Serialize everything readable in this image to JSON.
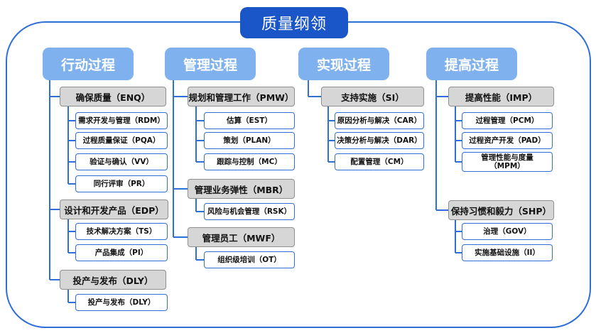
{
  "title": "质量纲领",
  "processes": [
    {
      "name": "行动过程",
      "groups": [
        {
          "name": "确保质量（ENQ）",
          "items": [
            "需求开发与管理（RDM）",
            "过程质量保证（PQA）",
            "验证与确认（VV）",
            "同行评审（PR）"
          ]
        },
        {
          "name": "设计和开发产品（EDP）",
          "items": [
            "技术解决方案（TS）",
            "产品集成（PI）"
          ]
        },
        {
          "name": "投产与发布（DLY）",
          "items": [
            "投产与发布（DLY）"
          ]
        }
      ]
    },
    {
      "name": "管理过程",
      "groups": [
        {
          "name": "规划和管理工作（PMW）",
          "items": [
            "估算（EST）",
            "策划（PLAN）",
            "跟踪与控制（MC）"
          ]
        },
        {
          "name": "管理业务弹性（MBR）",
          "items": [
            "风险与机会管理（RSK）"
          ]
        },
        {
          "name": "管理员工（MWF）",
          "items": [
            "组织级培训（OT）"
          ]
        }
      ]
    },
    {
      "name": "实现过程",
      "groups": [
        {
          "name": "支持实施（SI）",
          "items": [
            "原因分析与解决（CAR）",
            "决策分析与解决（DAR）",
            "配置管理（CM）"
          ]
        }
      ]
    },
    {
      "name": "提高过程",
      "groups": [
        {
          "name": "提高性能（IMP）",
          "items": [
            "过程管理（PCM）",
            "过程资产开发（PAD）",
            "管理性能与度量（MPM）"
          ]
        },
        {
          "name": "保持习惯和毅力（SHP）",
          "items": [
            "治理（GOV）",
            "实施基础设施（II）"
          ]
        }
      ]
    }
  ]
}
